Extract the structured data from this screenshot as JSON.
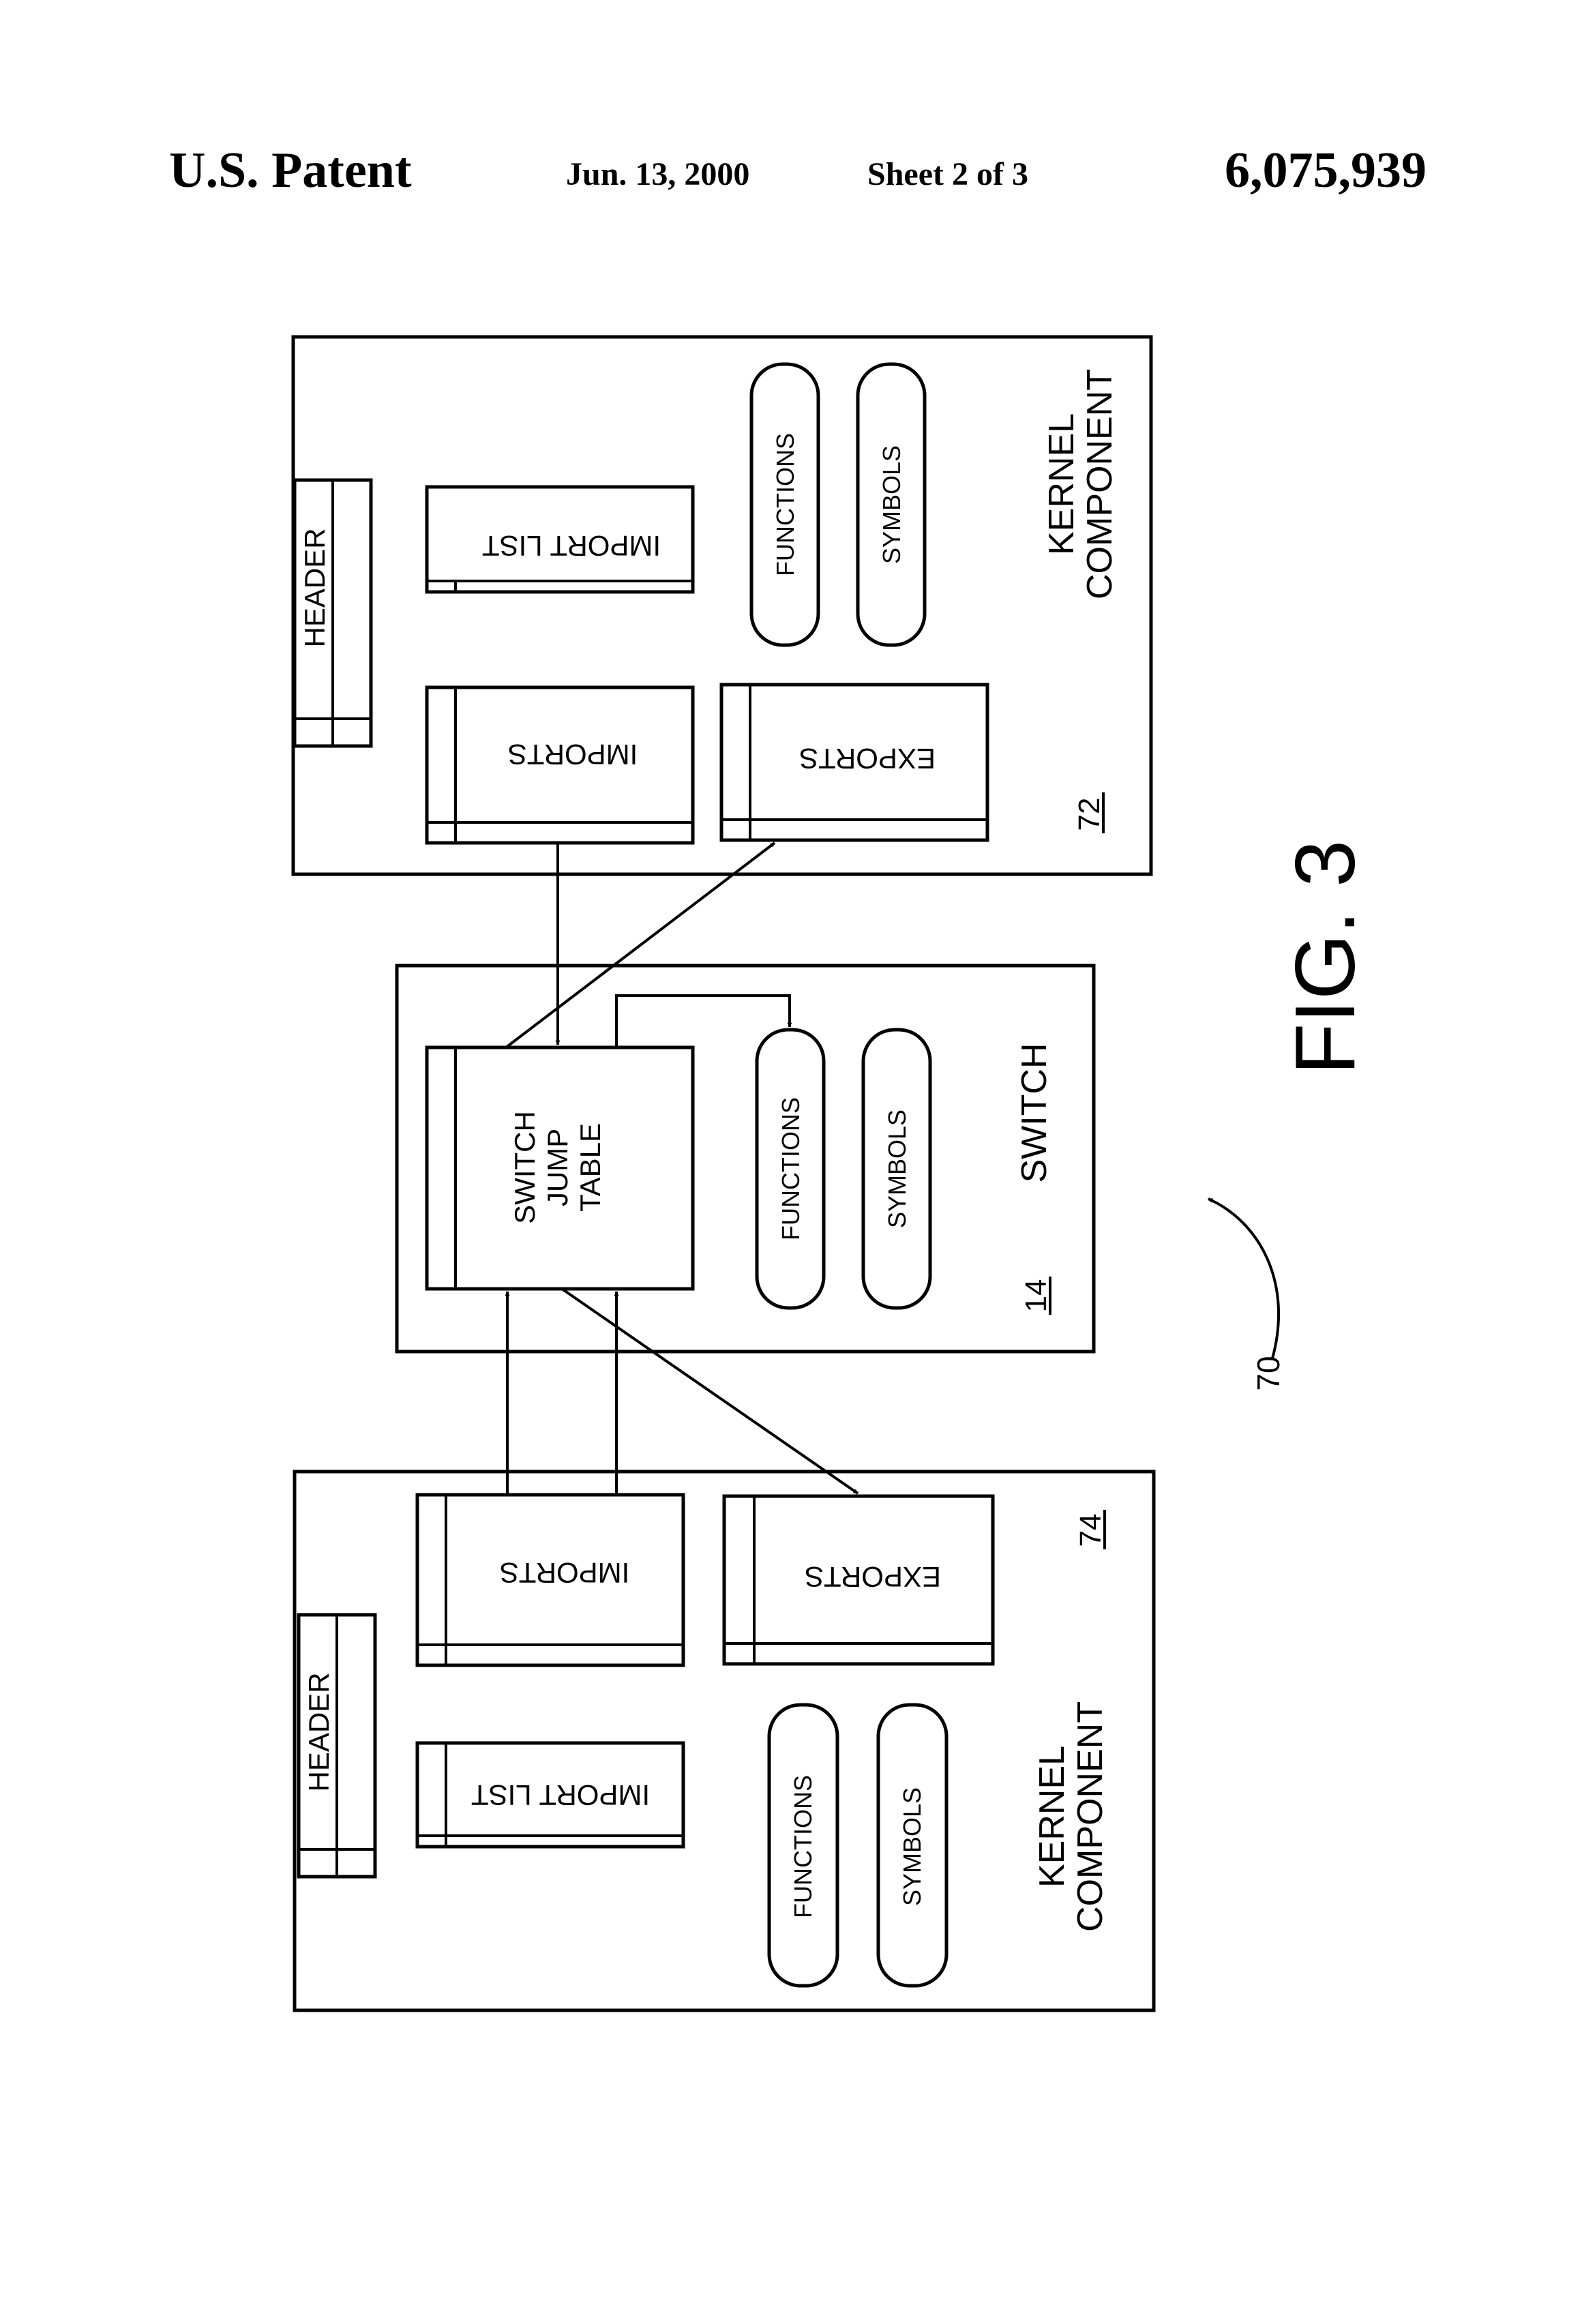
{
  "header": {
    "title": "U.S. Patent",
    "date": "Jun. 13, 2000",
    "sheet": "Sheet 2 of 3",
    "patent_number": "6,075,939"
  },
  "figure_label": "FIG. 3",
  "figure_ref": "70",
  "switch": {
    "label": "SWITCH",
    "ref": "14",
    "jump_table_lines": [
      "SWITCH",
      "JUMP",
      "TABLE"
    ],
    "functions": "FUNCTIONS",
    "symbols": "SYMBOLS"
  },
  "kernel_top": {
    "label_lines": [
      "KERNEL",
      "COMPONENT"
    ],
    "ref": "72",
    "header": "HEADER",
    "import_list": "IMPORT LIST",
    "imports": "IMPORTS",
    "exports": "EXPORTS",
    "functions": "FUNCTIONS",
    "symbols": "SYMBOLS"
  },
  "kernel_bottom": {
    "label_lines": [
      "KERNEL",
      "COMPONENT"
    ],
    "ref": "74",
    "header": "HEADER",
    "import_list": "IMPORT LIST",
    "imports": "IMPORTS",
    "exports": "EXPORTS",
    "functions": "FUNCTIONS",
    "symbols": "SYMBOLS"
  }
}
